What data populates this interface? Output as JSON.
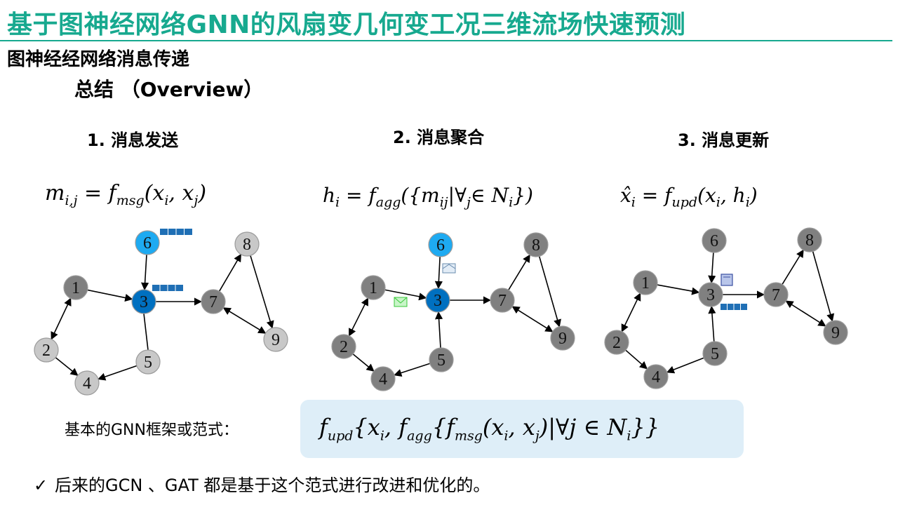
{
  "header": {
    "title": "基于图神经网络GNN的风扇变几何变工况三维流场快速预测",
    "section": "图神经经网络消息传递",
    "overview": "总结 （Overview）"
  },
  "steps": [
    {
      "title": "1. 消息发送",
      "formula": "m_{i,j} = f_{msg}(x_i, x_j)"
    },
    {
      "title": "2. 消息聚合",
      "formula": "h_i = f_{agg}({m_{ij}|∀_j∈ N_i})"
    },
    {
      "title": "3. 消息更新",
      "formula": "x̂_i = f_{upd}(x_i, h_i)"
    }
  ],
  "graph_nodes": [
    "1",
    "2",
    "3",
    "4",
    "5",
    "6",
    "7",
    "8",
    "9"
  ],
  "paradigm": {
    "label": "基本的GNN框架或范式：",
    "formula": "f_{upd}{x_i, f_{agg}{f_{msg}(x_i, x_j)|∀j ∈ N_i}}"
  },
  "note": {
    "icon": "check-icon",
    "text": "后来的GCN 、GAT 都是基于这个范式进行改进和优化的。"
  },
  "colors": {
    "title": "#17a98f",
    "node_gray": "#808080",
    "node_light": "#c8c8c8",
    "node_target": "#0070c0",
    "node_source": "#1eaaf1",
    "message_bar": "#1f6fb5",
    "paradigm_box": "#deeef8"
  }
}
